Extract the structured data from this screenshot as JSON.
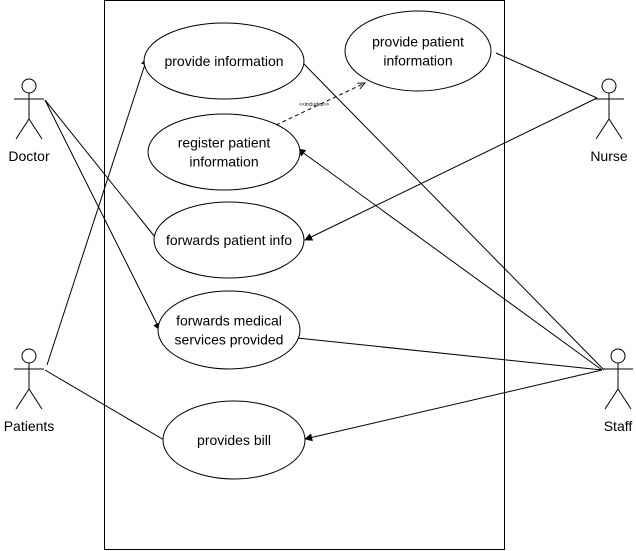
{
  "diagram": {
    "type": "use-case",
    "actors": [
      {
        "id": "doctor",
        "label": "Doctor"
      },
      {
        "id": "patients",
        "label": "Patients"
      },
      {
        "id": "nurse",
        "label": "Nurse"
      },
      {
        "id": "staff",
        "label": "Staff"
      }
    ],
    "use_cases": [
      {
        "id": "provide-information",
        "lines": [
          "provide information"
        ]
      },
      {
        "id": "provide-patient-information",
        "lines": [
          "provide patient",
          "information"
        ]
      },
      {
        "id": "register-patient-information",
        "lines": [
          "register patient",
          "information"
        ]
      },
      {
        "id": "forwards-patient-info",
        "lines": [
          "forwards patient info"
        ]
      },
      {
        "id": "forwards-medical-services",
        "lines": [
          "forwards medical",
          "services provided"
        ]
      },
      {
        "id": "provides-bill",
        "lines": [
          "provides bill"
        ]
      }
    ],
    "relationships": [
      {
        "from": "patients",
        "to": "provide-information",
        "kind": "association",
        "arrow": true
      },
      {
        "from": "doctor",
        "to": "forwards-patient-info",
        "kind": "association",
        "arrow": false
      },
      {
        "from": "doctor",
        "to": "forwards-medical-services",
        "kind": "association",
        "arrow": true
      },
      {
        "from": "nurse",
        "to": "provide-patient-information",
        "kind": "association",
        "arrow": false
      },
      {
        "from": "nurse",
        "to": "forwards-patient-info",
        "kind": "association",
        "arrow": true
      },
      {
        "from": "register-patient-information",
        "to": "provide-patient-information",
        "kind": "include",
        "label": "<<includes>>",
        "arrow": true
      },
      {
        "from": "staff",
        "to": "provide-information",
        "kind": "association",
        "arrow": false
      },
      {
        "from": "staff",
        "to": "register-patient-information",
        "kind": "association",
        "arrow": true
      },
      {
        "from": "staff",
        "to": "forwards-medical-services",
        "kind": "association",
        "arrow": false
      },
      {
        "from": "staff",
        "to": "provides-bill",
        "kind": "association",
        "arrow": true
      },
      {
        "from": "patients",
        "to": "provides-bill",
        "kind": "association",
        "arrow": false
      }
    ]
  }
}
